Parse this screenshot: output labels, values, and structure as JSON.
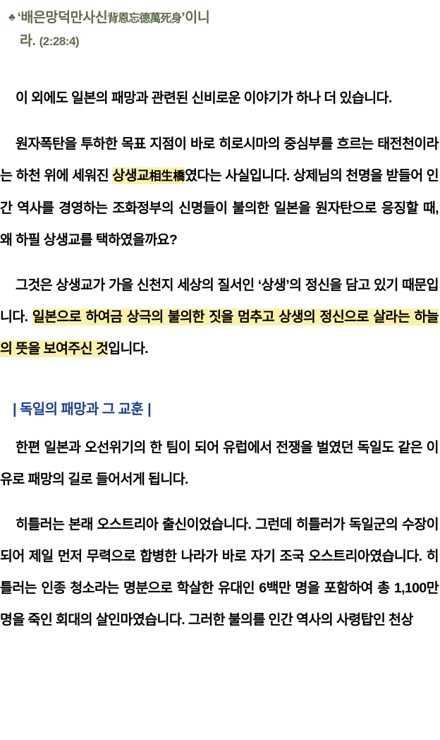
{
  "document": {
    "language": "ko",
    "colors": {
      "quote_green": "#5d6b4a",
      "heading_blue": "#1d3f8f",
      "highlight_yellow": "#fbf1ac",
      "body_black": "#000000",
      "page_background": "#ffffff"
    }
  },
  "quote": {
    "bullet_icon": "♣",
    "line1_open": "‘배은망덕만사신",
    "line1_hanja": "背恩忘德萬死身",
    "line1_close": "’이니",
    "line2_text": "라.",
    "line2_ref": "(2:28:4)"
  },
  "paragraphs": {
    "p1": "이 외에도 일본의 패망과 관련된 신비로운 이야기가 하나 더 있습니다.",
    "p2_a": "원자폭탄을 투하한 목표 지점이 바로 히로시마의 중심부를 흐르는 태전천이라는 하천 위에 세워진 ",
    "p2_hl_ko": "상생교",
    "p2_hl_hanja": "相生橋",
    "p2_b": "였다는 사실입니다. 상제님의 천명을 받들어 인간 역사를 경영하는 조화정부의 신명들이 불의한 일본을 원자탄으로 응징할 때, 왜 하필 상생교를 택하였을까요?",
    "p3_a": "그것은 상생교가 가을 신천지 세상의 질서인 ‘상생’의 정신을 담고 있기 때문입니다. ",
    "p3_hl": "일본으로 하여금 상극의 불의한 짓을 멈추고 상생의 정신으로 살라는 하늘의 뜻을 보여주신 것",
    "p3_b": "입니다.",
    "p4": "한편 일본과 오선위기의 한 팀이 되어 유럽에서 전쟁을 벌였던 독일도 같은 이유로 패망의 길로 들어서게 됩니다.",
    "p5": "히틀러는 본래 오스트리아 출신이었습니다. 그런데 히틀러가 독일군의 수장이 되어 제일 먼저 무력으로 합병한 나라가 바로 자기 조국 오스트리아였습니다. 히틀러는 인종 청소라는 명분으로 학살한 유대인 6백만 명을 포함하여 총 1,100만 명을 죽인 회대의 살인마였습니다. 그러한 불의를 인간 역사의 사령탑인 천상"
  },
  "section_heading": {
    "bar_left": "|",
    "text": "독일의 패망과 그 교훈",
    "bar_right": "|"
  }
}
